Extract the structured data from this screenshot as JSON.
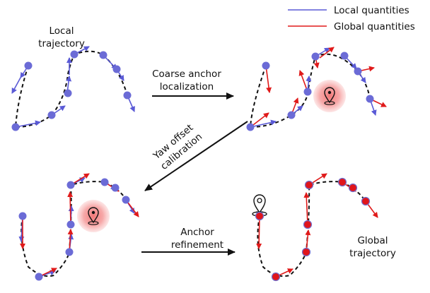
{
  "legend": {
    "local_label": "Local quantities",
    "global_label": "Global quantities",
    "local_color": "#5a5ad6",
    "global_color": "#e01a1a"
  },
  "colors": {
    "node_local": "#6b6bd6",
    "node_global": "#e0151b",
    "trajectory": "#111111",
    "anchor_glow": "#f06464"
  },
  "labels": {
    "local_trajectory_line1": "Local",
    "local_trajectory_line2": "trajectory",
    "step1_line1": "Coarse anchor",
    "step1_line2": "localization",
    "step2_line1": "Yaw offset",
    "step2_line2": "calibration",
    "step3_line1": "Anchor",
    "step3_line2": "refinement",
    "global_trajectory_line1": "Global",
    "global_trajectory_line2": "trajectory"
  },
  "icons": {
    "anchor": "location-pin-icon",
    "anchor_outline": "location-pin-outline-icon"
  }
}
